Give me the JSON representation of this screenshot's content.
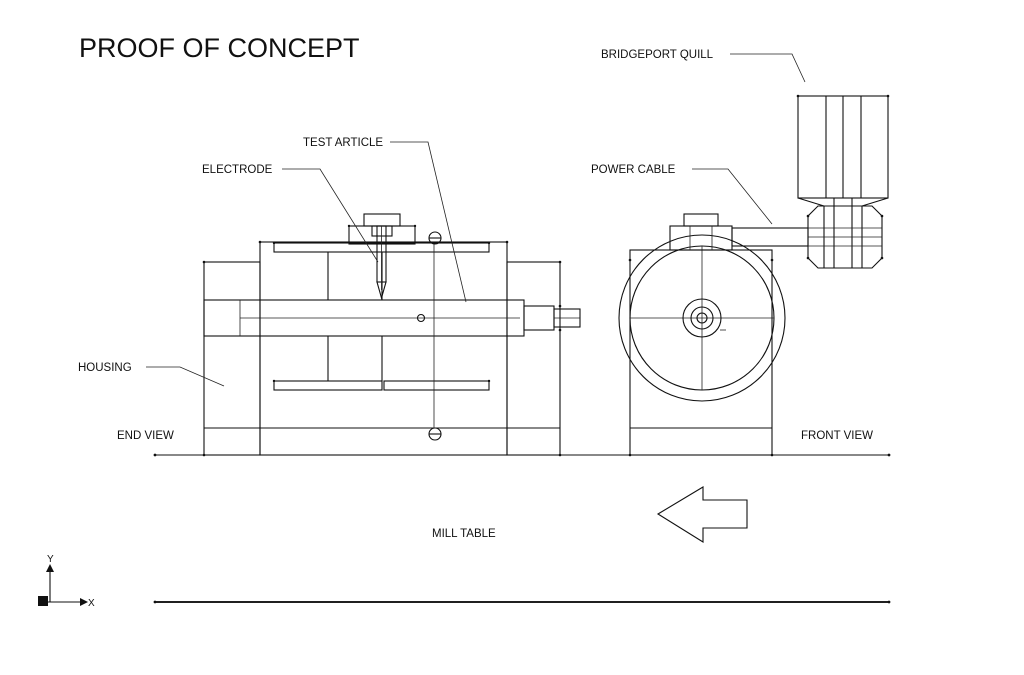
{
  "title": "PROOF OF CONCEPT",
  "labels": {
    "bridgeport_quill": "BRIDGEPORT QUILL",
    "test_article": "TEST ARTICLE",
    "electrode": "ELECTRODE",
    "power_cable": "POWER CABLE",
    "housing": "HOUSING",
    "end_view": "END VIEW",
    "front_view": "FRONT VIEW",
    "mill_table": "MILL TABLE"
  },
  "axes": {
    "y": "Y",
    "x": "X"
  }
}
